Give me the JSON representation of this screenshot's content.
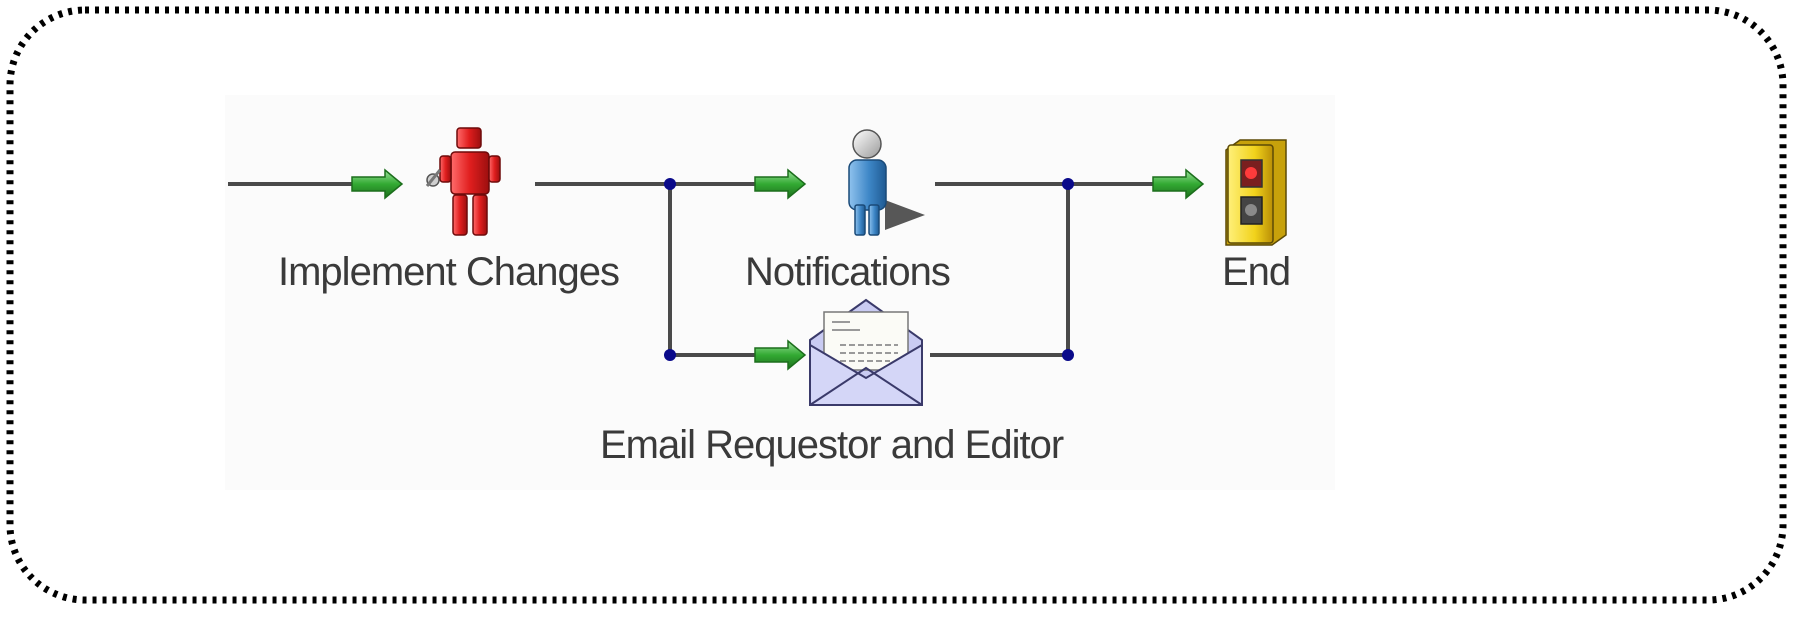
{
  "workflow": {
    "nodes": [
      {
        "id": "implement",
        "label": "Implement Changes",
        "icon": "robot-icon"
      },
      {
        "id": "notifications",
        "label": "Notifications",
        "icon": "person-icon"
      },
      {
        "id": "email",
        "label": "Email Requestor and Editor",
        "icon": "email-envelope-icon"
      },
      {
        "id": "end",
        "label": "End",
        "icon": "traffic-light-icon"
      }
    ],
    "connectors": [
      {
        "from": "start",
        "to": "implement"
      },
      {
        "from": "implement",
        "to": "notifications"
      },
      {
        "from": "implement",
        "to": "email"
      },
      {
        "from": "notifications",
        "to": "end"
      },
      {
        "from": "email",
        "to": "end"
      }
    ]
  },
  "colors": {
    "border": "#000000",
    "canvas": "#fbfbfb",
    "line": "#4a4a4a",
    "junction": "#0a0a8a",
    "arrow": "#33aa33",
    "robot": "#e02222",
    "person": "#3d86c6",
    "envelope": "#c9cbf2",
    "traffic_light": "#f1d21b"
  }
}
